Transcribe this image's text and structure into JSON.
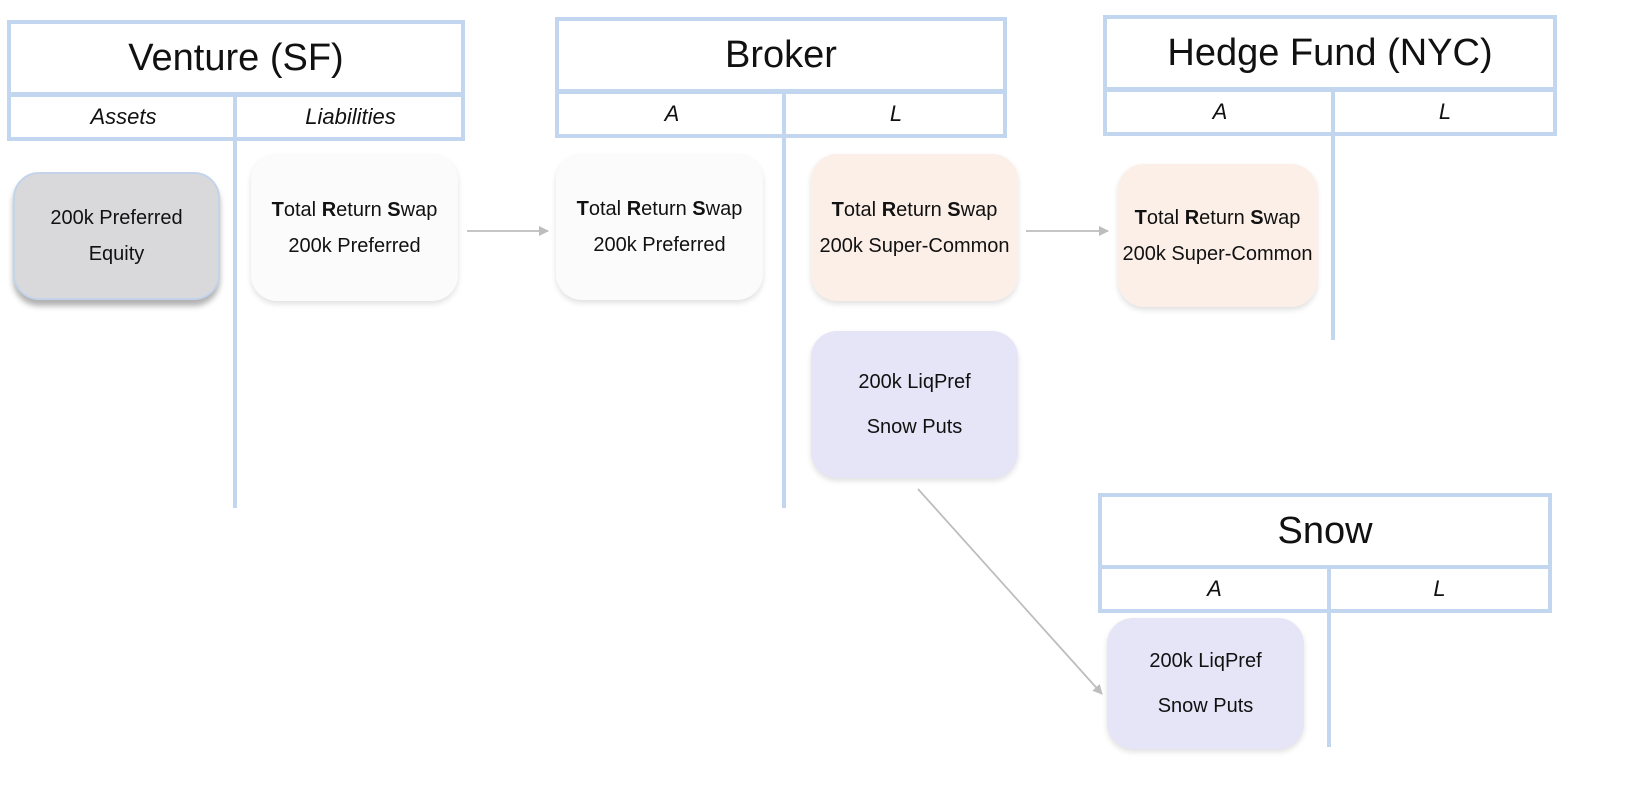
{
  "venture": {
    "title": "Venture (SF)",
    "col_assets": "Assets",
    "col_liabilities": "Liabilities"
  },
  "broker": {
    "title": "Broker",
    "col_a": "A",
    "col_l": "L"
  },
  "hedge_fund": {
    "title": "Hedge Fund (NYC)",
    "col_a": "A",
    "col_l": "L"
  },
  "snow": {
    "title": "Snow",
    "col_a": "A",
    "col_l": "L"
  },
  "cards": {
    "venture_asset": {
      "line1": "200k Preferred",
      "line2": "Equity"
    },
    "venture_liability": {
      "line1": "Total Return Swap",
      "line2": "200k Preferred"
    },
    "broker_asset": {
      "line1": "Total Return Swap",
      "line2": "200k Preferred"
    },
    "broker_liability_swap": {
      "line1": "Total Return Swap",
      "line2": "200k Super-Common"
    },
    "broker_liability_puts": {
      "line1": "200k LiqPref",
      "line2": "Snow Puts"
    },
    "hedge_asset": {
      "line1": "Total Return Swap",
      "line2": "200k Super-Common"
    },
    "snow_asset": {
      "line1": "200k LiqPref",
      "line2": "Snow Puts"
    }
  },
  "colors": {
    "frame": "#c2d6ef",
    "card_grey": "#d9d9dc",
    "card_white": "#fbfbfb",
    "card_peach": "#fbefe8",
    "card_lavender": "#e6e4f7",
    "arrow": "#bdbdbd"
  }
}
